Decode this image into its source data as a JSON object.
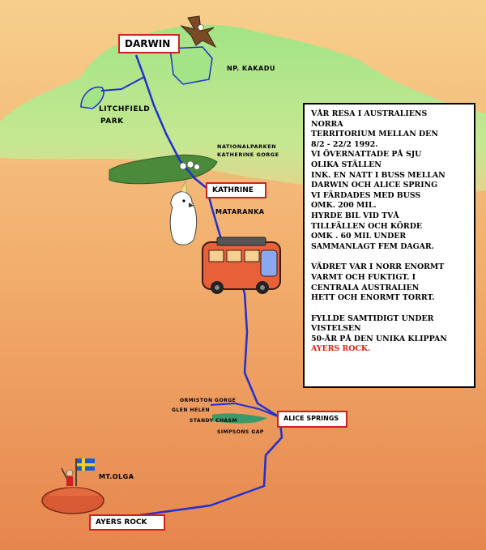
{
  "colors": {
    "land": "#a8e88a",
    "desert_top": "#f5c07a",
    "desert_bottom": "#e88a50",
    "route": "#2030d0",
    "label_border": "#d02020",
    "highlight_text": "#e02010",
    "bus_body": "#e8603a",
    "rock": "#d85a35"
  },
  "map": {
    "labels": {
      "darwin": "DARWIN",
      "kakadu": "NP. KAKADU",
      "litchfield_1": "LITCHFIELD",
      "litchfield_2": "PARK",
      "katherine_gorge_1": "NATIONALPARKEN",
      "katherine_gorge_2": "KATHERINE GORGE",
      "katherine": "KATHRINE",
      "mataranka": "MATARANKA",
      "ormiston": "ORMISTON GORGE",
      "glen_helen": "GLEN HELEN",
      "standley": "STANDY CHASM",
      "simpsons": "SIMPSONS GAP",
      "alice_springs": "ALICE SPRINGS",
      "mt_olga": "MT.OLGA",
      "ayers_rock": "AYERS ROCK"
    },
    "icons": [
      "eagle-icon",
      "cockatoo-icon",
      "bus-icon",
      "flag-sweden-icon",
      "rock-icon"
    ]
  },
  "info": {
    "para1": "VÅR RESA I AUSTRALIENS\nNORRA\nTERRITORIUM MELLAN DEN\n8/2 - 22/2 1992.\nVI ÖVERNATTADE PÅ SJU\nOLIKA STÄLLEN\nINK. EN NATT I BUSS MELLAN\nDARWIN OCH ALICE SPRING\nVI FÄRDADES MED BUSS\nOMK. 200 MIL.\nHYRDE BIL VID TVÅ\nTILLFÄLLEN OCH KÖRDE\nOMK . 60 MIL UNDER\nSAMMANLAGT FEM DAGAR.",
    "para2": "VÄDRET VAR I NORR ENORMT\nVARMT OCH FUKTIGT. I\nCENTRALA AUSTRALIEN\nHETT OCH ENORMT TORRT.",
    "para3": "FYLLDE SAMTIDIGT UNDER\nVISTELSEN\n50-ÅR PÅ DEN UNIKA KLIPPAN",
    "highlight": "AYERS ROCK."
  }
}
